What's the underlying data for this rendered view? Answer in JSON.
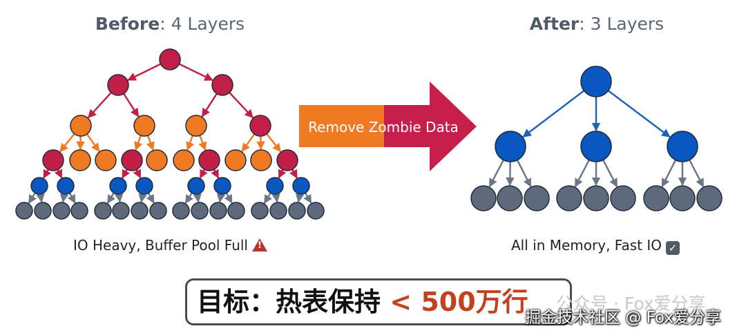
{
  "before": {
    "title_bold": "Before",
    "title_rest": ": 4 Layers",
    "caption": "IO Heavy, Buffer Pool Full",
    "caption_icon": "warning-icon"
  },
  "after": {
    "title_bold": "After",
    "title_rest": ": 3 Layers",
    "caption": "All in Memory, Fast IO",
    "caption_icon": "checkbox-icon"
  },
  "arrow": {
    "label": "Remove Zombie Data"
  },
  "goal": {
    "prefix": "目标：热表保持",
    "highlight": "< 500万行"
  },
  "watermark": {
    "faint": "公众号 · Fox爱分享",
    "main": "掘金技术社区 @ Fox爱分享"
  },
  "colors": {
    "crimson": "#c21f47",
    "orange": "#f07a24",
    "blue": "#0a57c2",
    "gray": "#5d6a7c",
    "arrow_orange": "#f07a24",
    "arrow_red": "#c71f4b",
    "highlight": "#c2421d"
  }
}
